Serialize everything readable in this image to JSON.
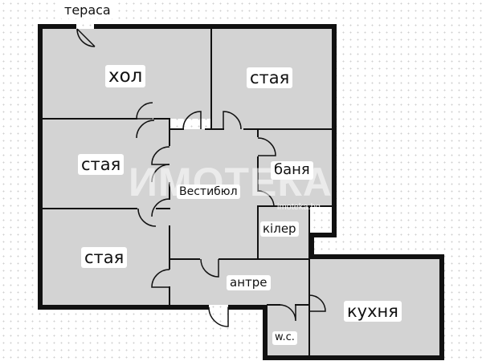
{
  "colors": {
    "room_fill": "#d3d3d3",
    "wall": "#111111",
    "background": "#ffffff"
  },
  "plan": {
    "labels": {
      "terrace": "тераса",
      "hall": "хол",
      "room_top_right": "стая",
      "room_left_middle": "стая",
      "room_left_bottom": "стая",
      "bathroom": "баня",
      "vestibule": "Вестибюл",
      "storage": "кілер",
      "entrance": "антре",
      "kitchen": "кухня",
      "wc": "w.c."
    }
  },
  "watermark": {
    "brand": "ИМОТЕКА",
    "domain": "imoteka.bg"
  }
}
